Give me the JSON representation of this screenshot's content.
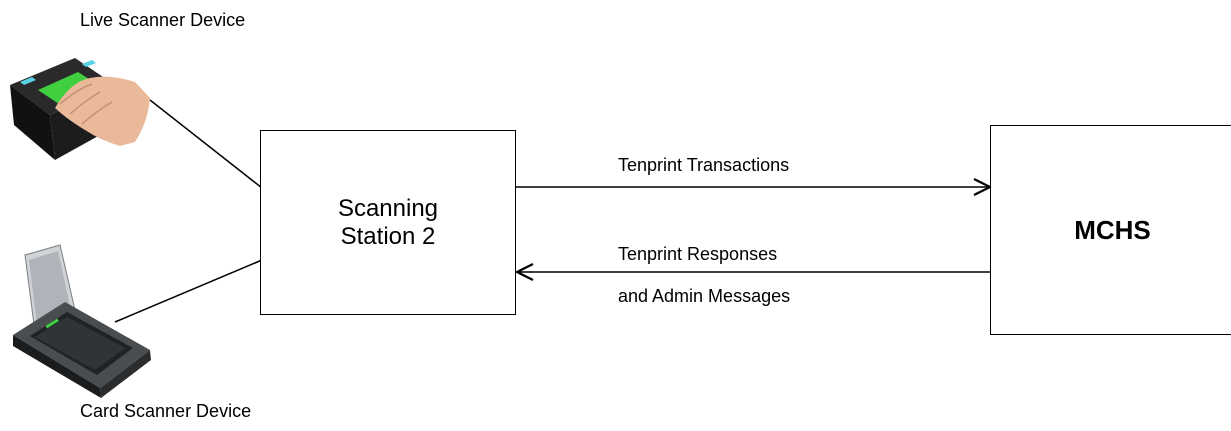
{
  "devices": {
    "live_scanner_label": "Live Scanner Device",
    "card_scanner_label": "Card Scanner Device"
  },
  "station": {
    "line1": "Scanning",
    "line2": "Station 2"
  },
  "mchs": {
    "label": "MCHS"
  },
  "links": {
    "outbound": "Tenprint Transactions",
    "inbound_line1": "Tenprint Responses",
    "inbound_line2": "and Admin Messages"
  },
  "colors": {
    "line": "#000000",
    "scanner_glow": "#3fcf3f",
    "device_body": "#1a1a1a"
  },
  "icons": {
    "live_scanner": "live-fingerprint-scanner-icon",
    "card_scanner": "flatbed-card-scanner-icon"
  }
}
